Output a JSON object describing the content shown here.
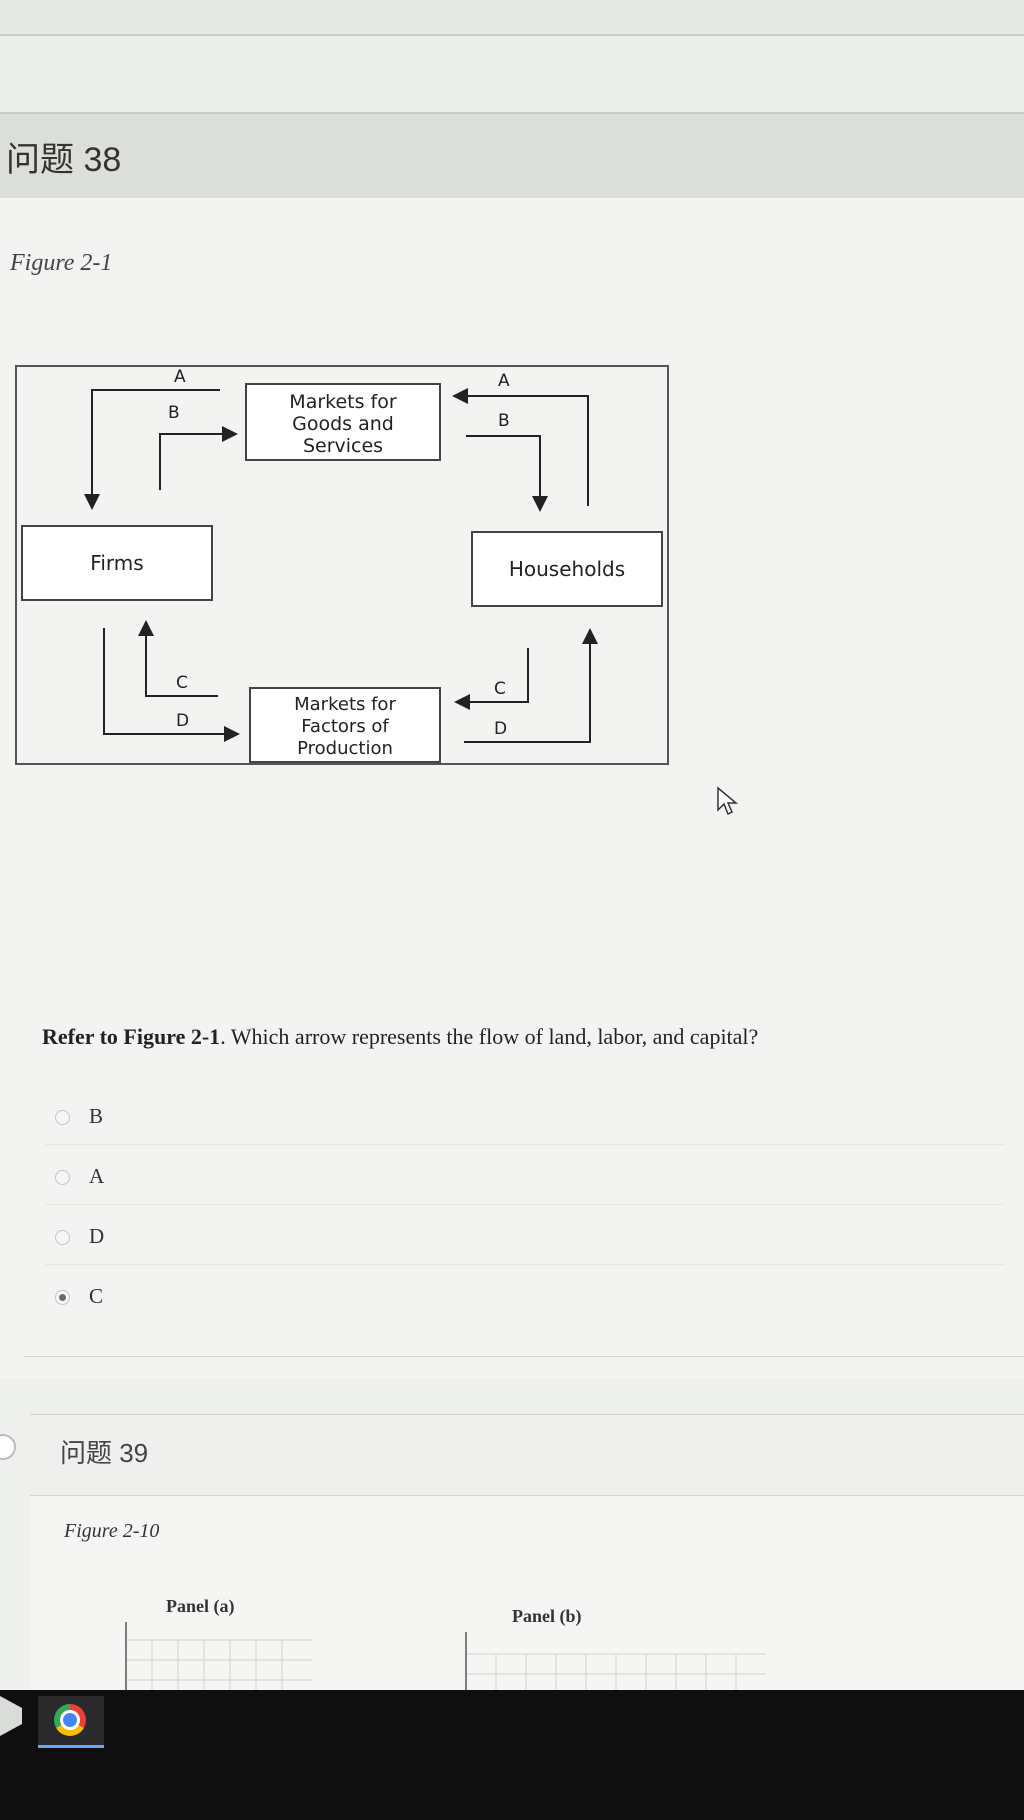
{
  "question38": {
    "number": "问题 38",
    "figure_caption": "Figure 2-1",
    "diagram": {
      "firms": "Firms",
      "households": "Households",
      "goods_market": [
        "Markets for",
        "Goods and",
        "Services"
      ],
      "factors_market": [
        "Markets for",
        "Factors of",
        "Production"
      ],
      "arrow_labels": {
        "a": "A",
        "b": "B",
        "c": "C",
        "d": "D"
      }
    },
    "prompt_bold": "Refer to Figure 2-1",
    "prompt_rest": ". Which arrow represents the flow of land, labor, and capital?",
    "options": [
      "B",
      "A",
      "D",
      "C"
    ],
    "selected_option": "C"
  },
  "question39": {
    "number": "问题 39",
    "figure_caption": "Figure 2-10",
    "panel_a": "Panel (a)",
    "panel_b": "Panel (b)"
  }
}
